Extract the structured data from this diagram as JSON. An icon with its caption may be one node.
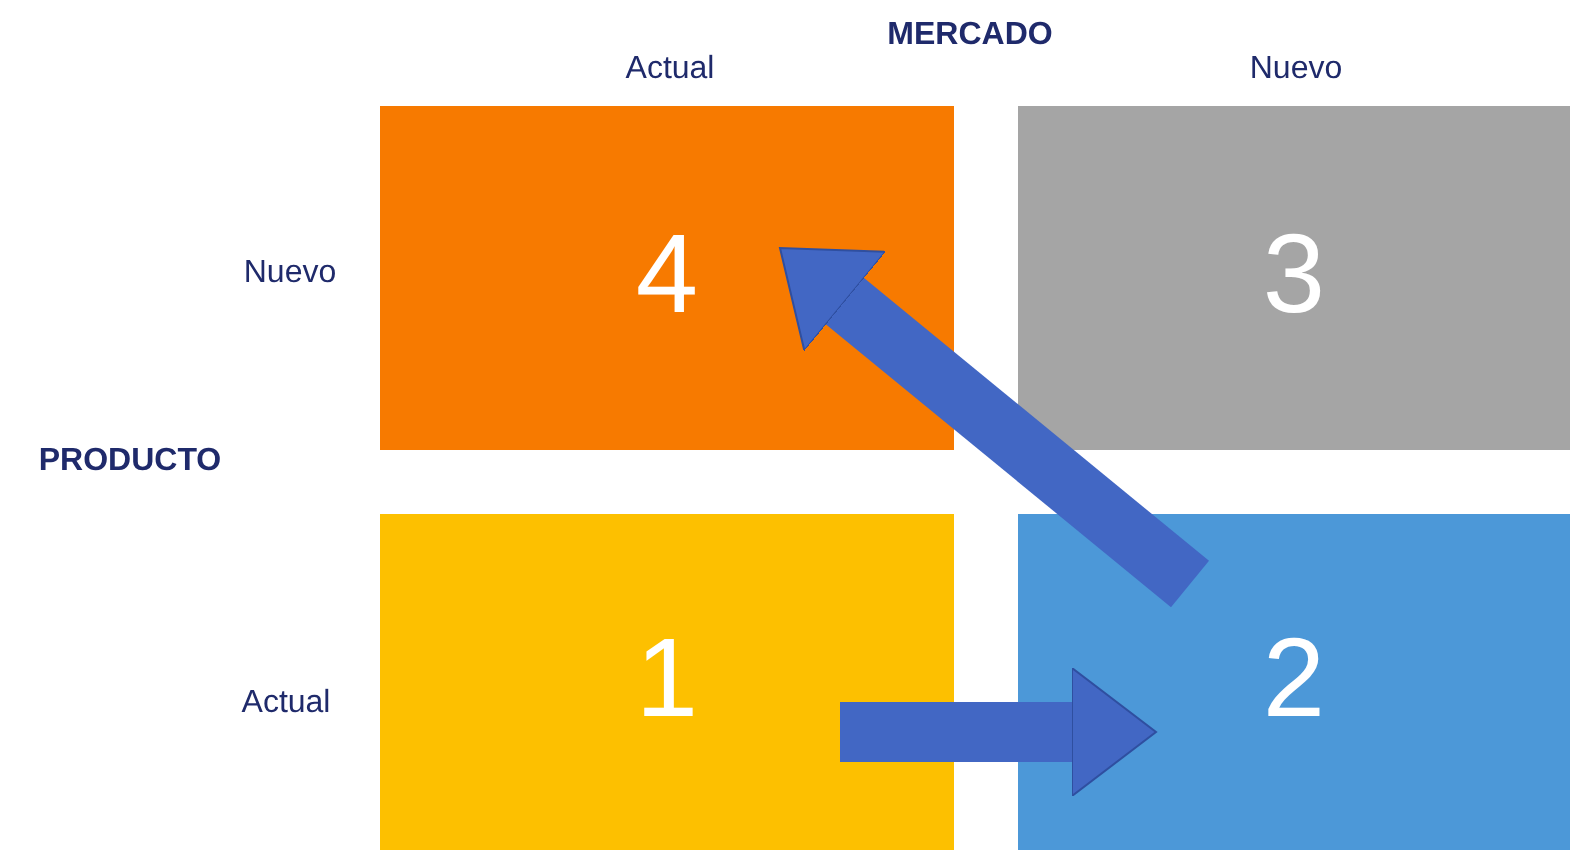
{
  "diagram": {
    "nodes": [
      {
        "text": [
          "4"
        ]
      },
      {
        "text": [
          "3"
        ]
      },
      {
        "text": [
          "1"
        ]
      },
      {
        "text": [
          "2"
        ]
      }
    ],
    "edges": [
      {
        "from": 2,
        "to": 3,
        "arrow": "to"
      },
      {
        "from": 3,
        "to": 0,
        "arrow": "to"
      }
    ],
    "labels": [
      "MERCADO",
      "Actual",
      "Nuevo",
      "Nuevo",
      "PRODUCTO",
      "Actual"
    ]
  }
}
